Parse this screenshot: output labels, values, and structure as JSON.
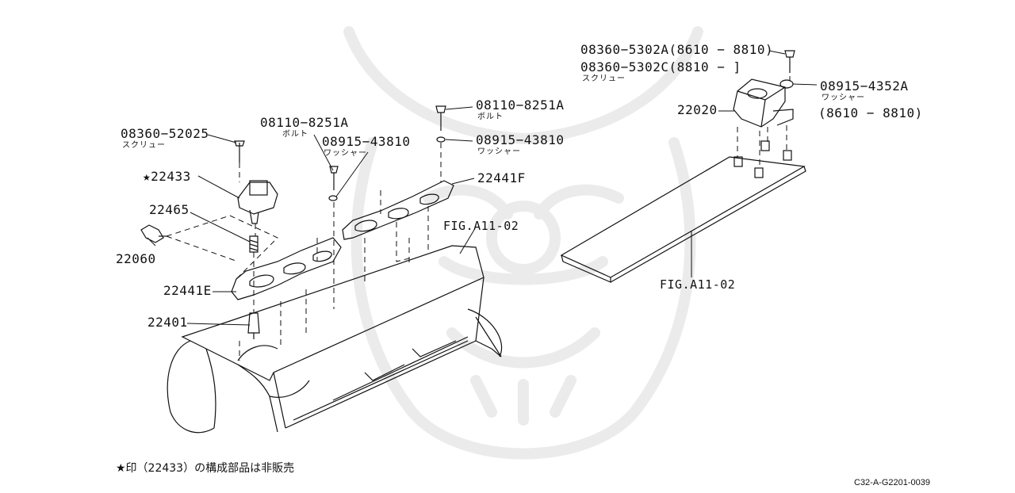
{
  "labels": {
    "l_08360_52025": "08360−52025",
    "l_screw_1": "スクリュー",
    "l_22433": "★22433",
    "l_22465": "22465",
    "l_22060": "22060",
    "l_22441E": "22441E",
    "l_22401": "22401",
    "l_08110_a": "08110−8251A",
    "l_bolt_a": "ボルト",
    "l_08915_a": "08915−43810",
    "l_washer_a": "ワッシャー",
    "l_08110_b": "08110−8251A",
    "l_bolt_b": "ボルト",
    "l_08915_b": "08915−43810",
    "l_washer_b": "ワッシャー",
    "l_22441F": "22441F",
    "l_fig_1": "FIG.A11-02",
    "l_08360_A": "08360−5302A(8610 − 8810)",
    "l_08360_C": "08360−5302C(8810 −     ]",
    "l_screw_2": "スクリュー",
    "l_08915_4352A": "08915−4352A",
    "l_washer_c": "ワッシャー",
    "l_range": "(8610 − 8810)",
    "l_22020": "22020",
    "l_fig_2": "FIG.A11-02"
  },
  "footnote": "★印（22433）の構成部品は非販売",
  "diagram_code": "C32-A-G2201-0039",
  "colors": {
    "ink": "#111111",
    "watermark": "#e9e9e9",
    "background": "#ffffff"
  }
}
